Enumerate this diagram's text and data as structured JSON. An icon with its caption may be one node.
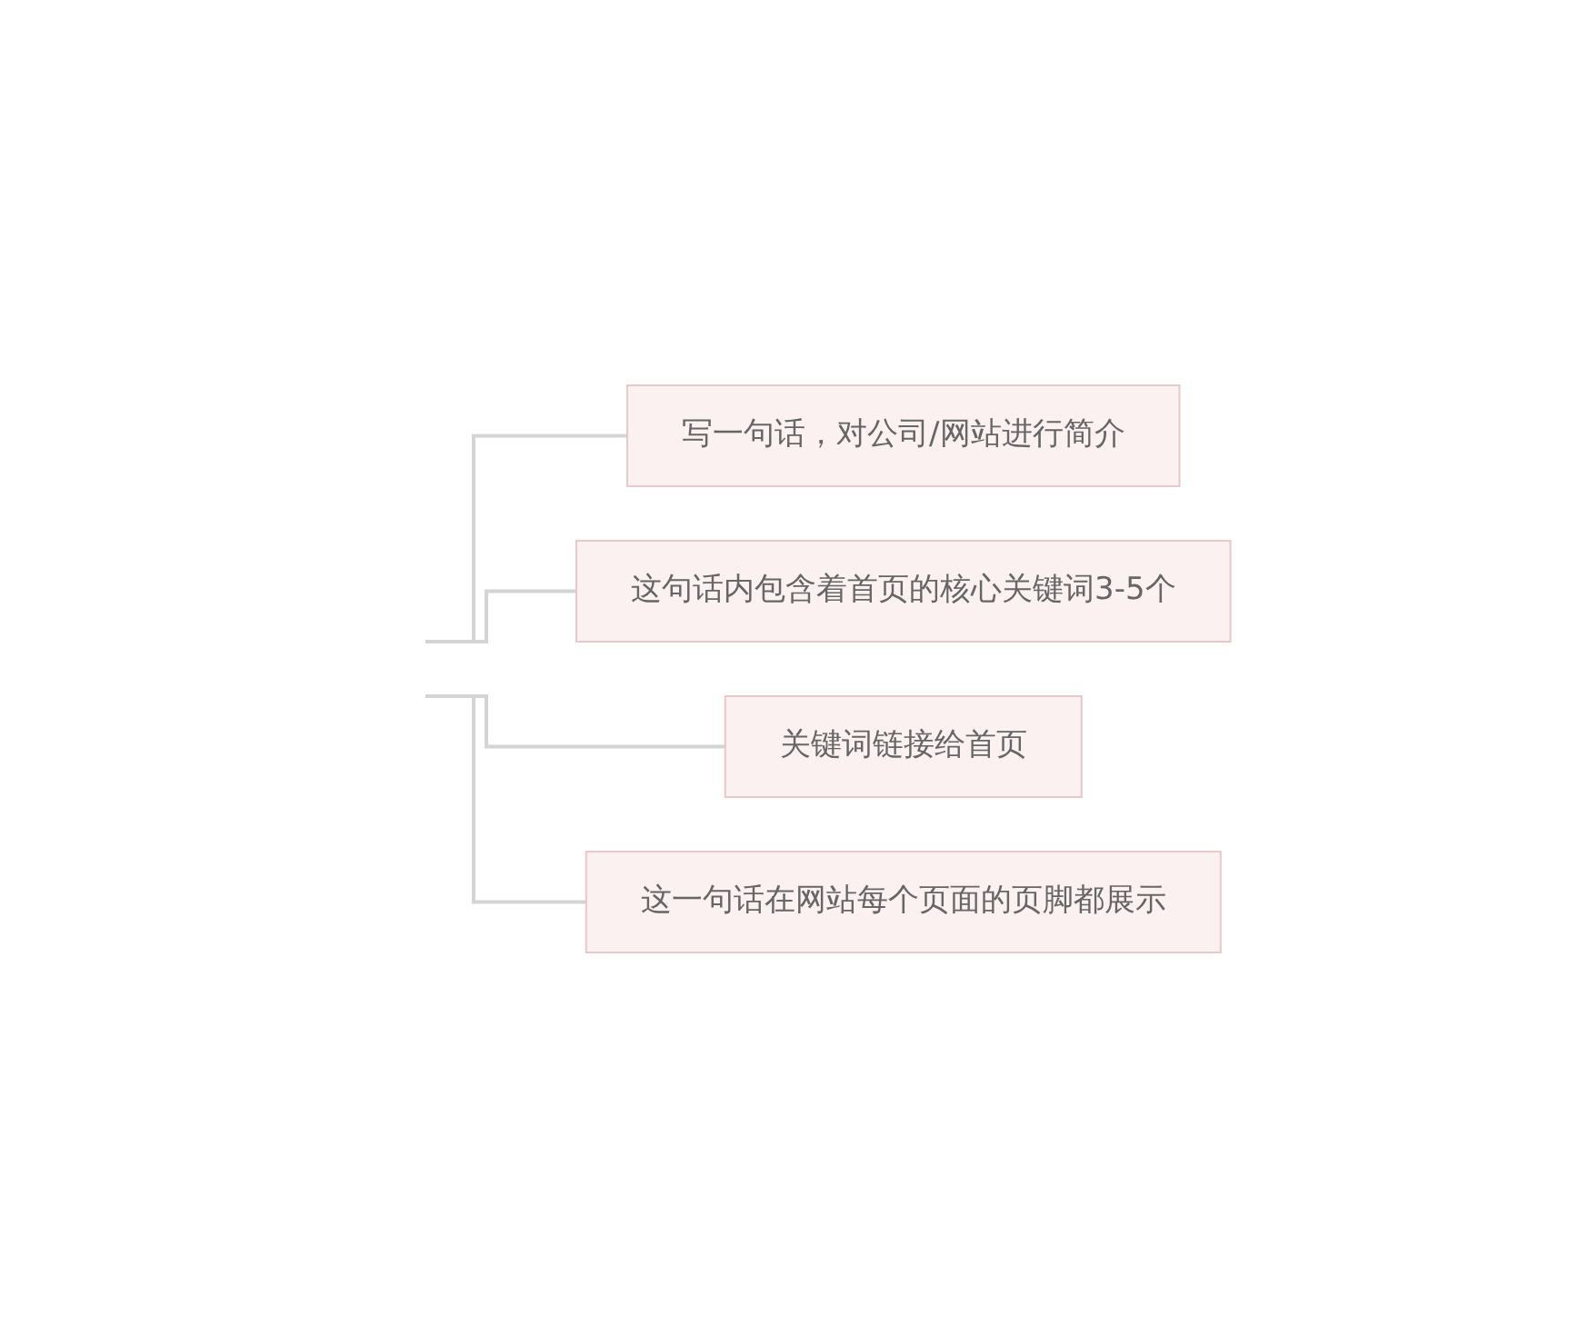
{
  "diagram": {
    "nodes": [
      {
        "text": [
          "写一句话，对公司/网站进行简介"
        ]
      },
      {
        "text": [
          "这句话内包含着首页的核心关键词3-5个"
        ]
      },
      {
        "text": [
          "关键词链接给首页"
        ]
      },
      {
        "text": [
          "这一句话在网站每个页面的页脚都展示"
        ]
      }
    ],
    "edges": [
      {
        "from": null,
        "to": 0,
        "arrow": "none"
      },
      {
        "from": null,
        "to": 1,
        "arrow": "none"
      },
      {
        "from": null,
        "to": 2,
        "arrow": "none"
      },
      {
        "from": null,
        "to": 3,
        "arrow": "none"
      }
    ]
  }
}
